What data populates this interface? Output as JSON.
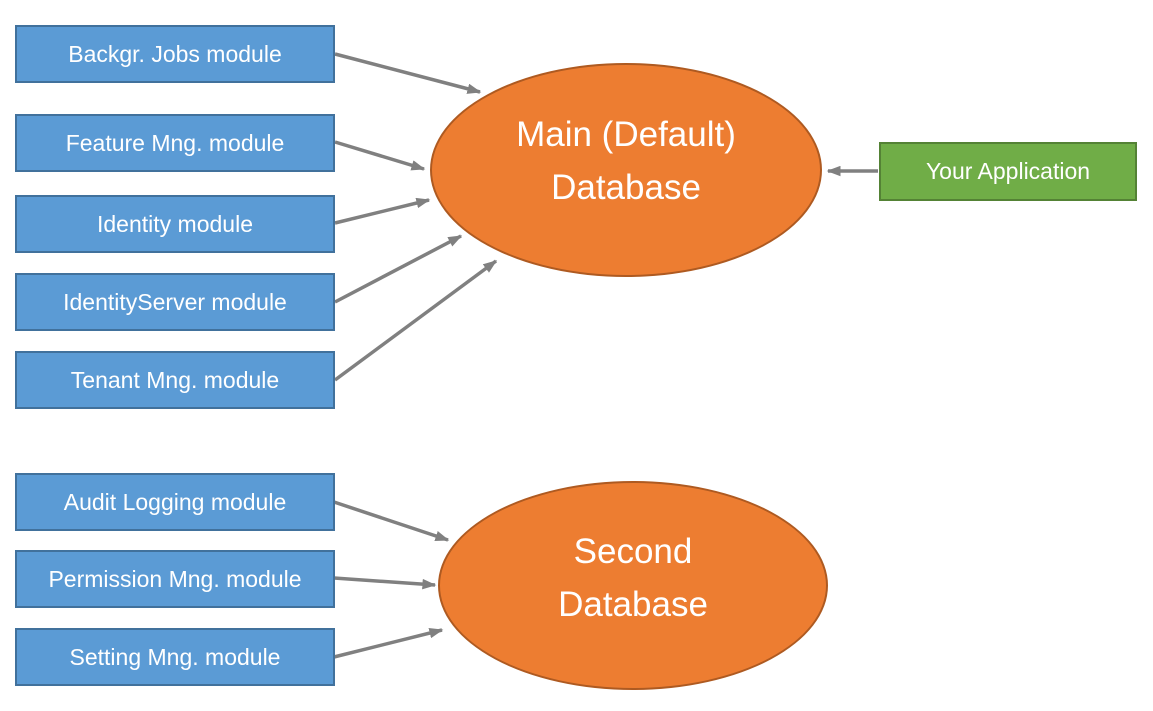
{
  "colors": {
    "module_fill": "#5B9BD5",
    "module_border": "#41719C",
    "database_fill": "#ED7D31",
    "database_border": "#AE5A21",
    "app_fill": "#70AD47",
    "app_border": "#548235",
    "arrow": "#808080",
    "shape_text": "#FFFFFF",
    "canvas_bg": "#FFFFFF"
  },
  "top_modules": [
    "Backgr. Jobs module",
    "Feature Mng. module",
    "Identity module",
    "IdentityServer module",
    "Tenant Mng. module"
  ],
  "bottom_modules": [
    "Audit Logging module",
    "Permission Mng. module",
    "Setting Mng. module"
  ],
  "databases": {
    "main": {
      "lines": [
        "Main (Default)",
        "Database"
      ]
    },
    "second": {
      "lines": [
        "Second",
        "Database"
      ]
    }
  },
  "application": {
    "label": "Your Application"
  },
  "connections": [
    {
      "from": "Backgr. Jobs module",
      "to": "Main (Default) Database"
    },
    {
      "from": "Feature Mng. module",
      "to": "Main (Default) Database"
    },
    {
      "from": "Identity module",
      "to": "Main (Default) Database"
    },
    {
      "from": "IdentityServer module",
      "to": "Main (Default) Database"
    },
    {
      "from": "Tenant Mng. module",
      "to": "Main (Default) Database"
    },
    {
      "from": "Your Application",
      "to": "Main (Default) Database"
    },
    {
      "from": "Audit Logging module",
      "to": "Second Database"
    },
    {
      "from": "Permission Mng. module",
      "to": "Second Database"
    },
    {
      "from": "Setting Mng. module",
      "to": "Second Database"
    }
  ]
}
